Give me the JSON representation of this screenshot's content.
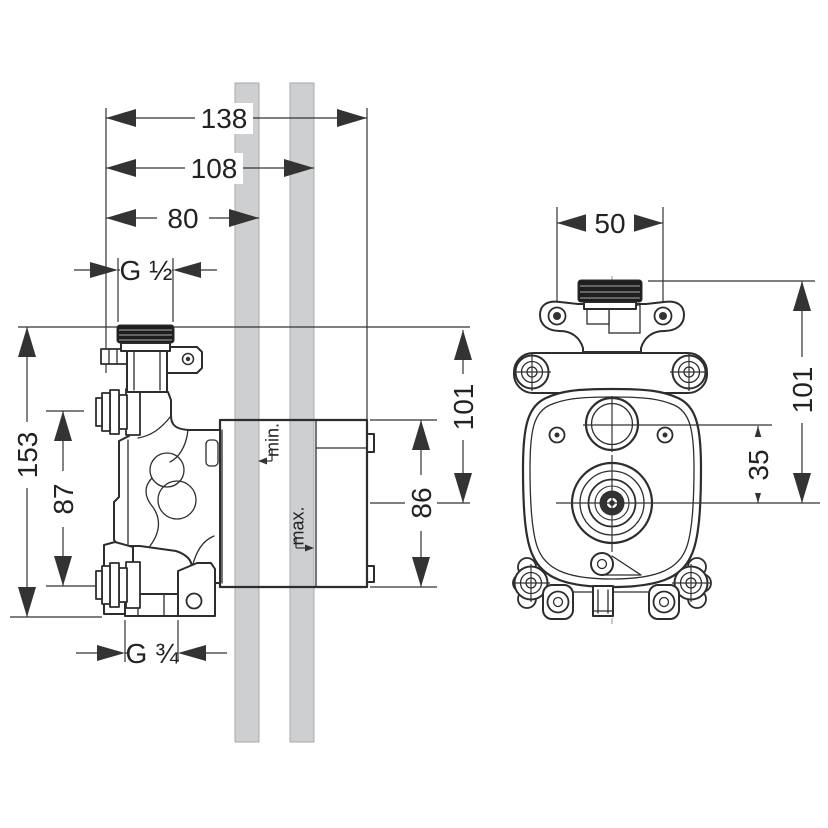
{
  "drawing": {
    "type": "installation-dimension-drawing",
    "views": {
      "side": {
        "labels": {
          "width_total": "138",
          "width_wall_max": "108",
          "width_wall_min": "80",
          "thread_top": "G ½",
          "height_total": "153",
          "port_offset": "87",
          "height_upper": "101",
          "body_height": "86",
          "thread_bottom": "G ¾",
          "depth_min": "min.",
          "depth_max": "max."
        }
      },
      "front": {
        "labels": {
          "screw_spacing": "50",
          "height_overall": "101",
          "center_offset": "35"
        }
      }
    },
    "colors": {
      "line": "#2d2d2d",
      "dim": "#333333",
      "wall_fill": "#cdcfd1",
      "wall_edge": "#a6a9ab",
      "thread_dark": "#1e1e1e",
      "ridge": "#7d7d7d"
    }
  }
}
